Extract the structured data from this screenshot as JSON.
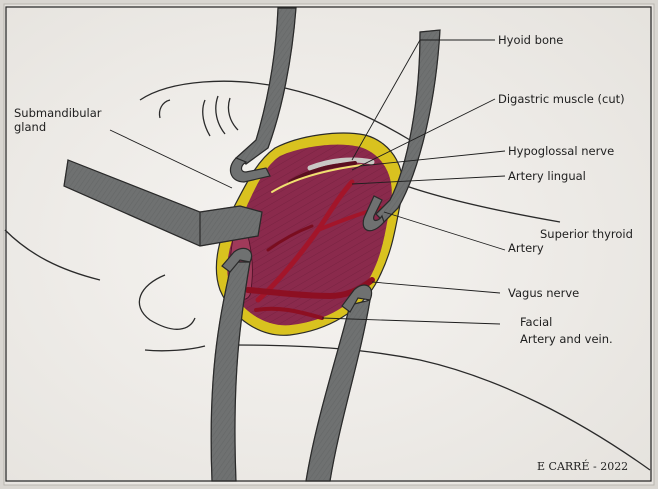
{
  "labels": {
    "submandibular_1": "Submandibular",
    "submandibular_2": "gland",
    "hyoid_bone": "Hyoid bone",
    "digastric": "Digastric muscle (cut)",
    "hypoglossal": "Hypoglossal nerve",
    "artery_lingual": "Artery lingual",
    "superior_thyroid": "Superior thyroid",
    "artery": "Artery",
    "vagus": "Vagus nerve",
    "facial_1": "Facial",
    "facial_2": "Artery and vein."
  },
  "signature": "E CARRÉ - 2022",
  "colors": {
    "paper": "#f2f0ec",
    "retractor": "#6f7171",
    "retractor_edge": "#2a2a2a",
    "muscle": "#8a2a4c",
    "vessel": "#a3152a",
    "fat": "#d9c21f"
  }
}
